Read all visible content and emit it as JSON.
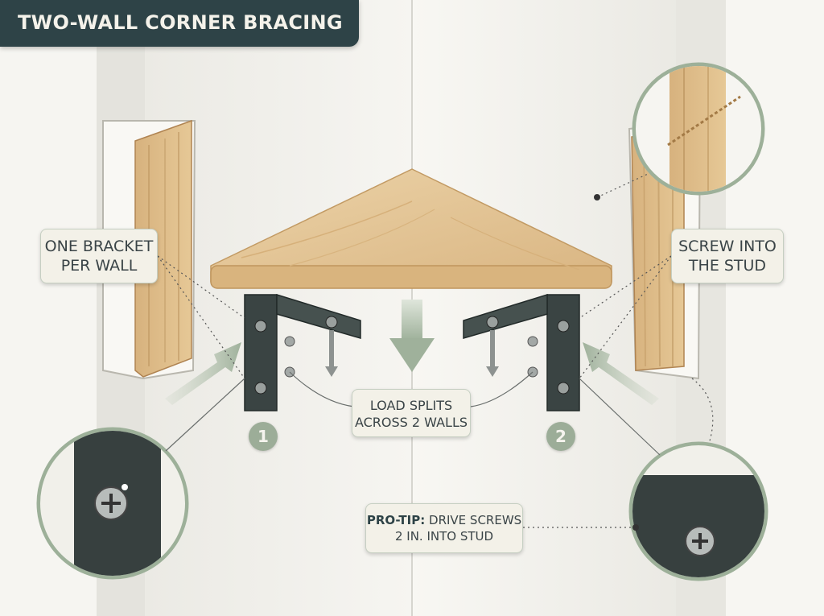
{
  "title": "TWO-WALL CORNER BRACING",
  "labels": {
    "left_line1": "ONE BRACKET",
    "left_line2": "PER WALL",
    "right_line1": "SCREW INTO",
    "right_line2": "THE STUD",
    "load_line1": "LOAD SPLITS",
    "load_line2": "ACROSS 2 WALLS",
    "tip_prefix": "PRO-TIP:",
    "tip_line1": "DRIVE SCREWS",
    "tip_line2": "2 IN. INTO STUD"
  },
  "steps": [
    "1",
    "2"
  ],
  "colors": {
    "wall": "#f3f2ee",
    "wall_shadow": "#e3e2dc",
    "wood": "#e8c99a",
    "wood_dark": "#c9a06a",
    "bracket": "#3a4443",
    "accent_green": "#9cad98",
    "title_bg": "#2e4347"
  },
  "icons": [
    "shelf",
    "left-bracket",
    "right-bracket",
    "down-arrow",
    "push-arrow-left",
    "push-arrow-right",
    "screw",
    "magnifier-stud",
    "magnifier-screw-head",
    "magnifier-bracket-corner"
  ]
}
